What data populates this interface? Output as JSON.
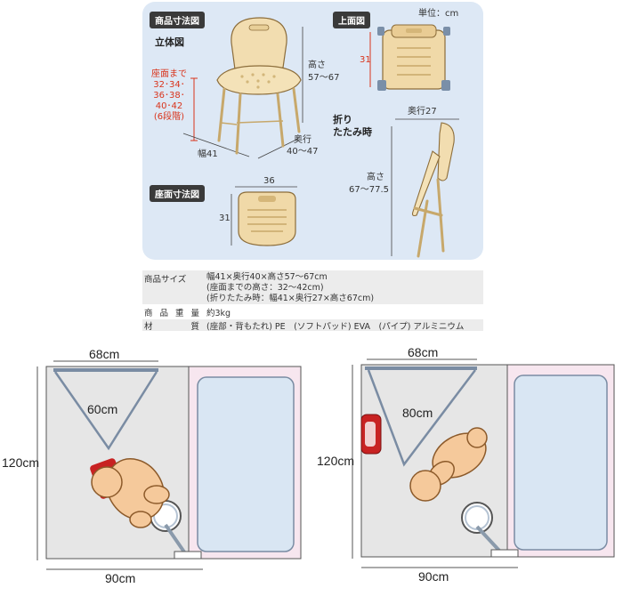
{
  "panel": {
    "tag_product_dims": "商品寸法図",
    "tag_seat_dims": "座面寸法図",
    "label_3d": "立体図",
    "label_top": "上面図",
    "unit": "単位：cm",
    "seat_height_lines": [
      "座面まで",
      "32･34･",
      "36･38･",
      "40･42",
      "(6段階)"
    ],
    "height_label": "高さ",
    "height_value": "57～67",
    "width_label": "幅41",
    "depth_label": "奥行",
    "depth_value": "40～47",
    "top_depth": "31",
    "folded_lines": [
      "折り",
      "たたみ時"
    ],
    "folded_depth": "奥行27",
    "folded_height_label": "高さ",
    "folded_height_value": "67～77.5",
    "seat_width": "36",
    "seat_depth": "31"
  },
  "spec": {
    "size_key": "商品サイズ",
    "size_lines": [
      "幅41×奥行40×高さ57～67cm",
      "(座面までの高さ：32～42cm)",
      "(折りたたみ時：幅41×奥行27×高さ67cm)"
    ],
    "weight_key": [
      "商",
      "品",
      "重",
      "量"
    ],
    "weight_value": "約3kg",
    "material_key": [
      "材",
      "質"
    ],
    "material_value": "(座部・背もたれ) PE　(ソフトパッド) EVA　(パイプ) アルミニウム"
  },
  "diagrams": {
    "left": {
      "top_width": "68cm",
      "door_width": "60cm",
      "height": "120cm",
      "bottom_width": "90cm"
    },
    "right": {
      "top_width": "68cm",
      "door_width": "80cm",
      "height": "120cm",
      "bottom_width": "90cm"
    }
  }
}
